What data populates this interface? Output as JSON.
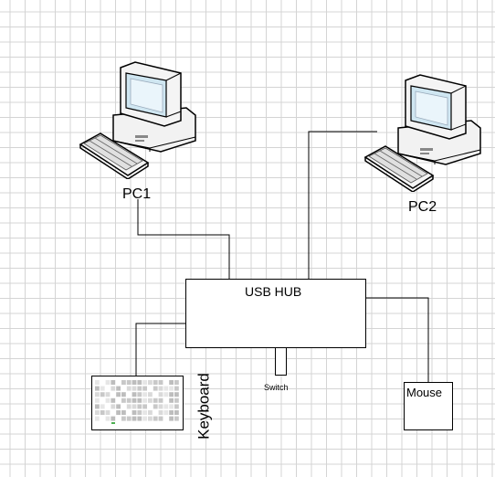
{
  "diagram": {
    "nodes": {
      "pc1": {
        "label": "PC1",
        "icon": "desktop-computer-icon"
      },
      "pc2": {
        "label": "PC2",
        "icon": "desktop-computer-icon"
      },
      "usb_hub": {
        "label": "USB HUB"
      },
      "switch": {
        "label": "Switch"
      },
      "mouse": {
        "label": "Mouse"
      },
      "keyboard": {
        "label": "Keyboard",
        "icon": "keyboard-icon"
      }
    },
    "connections": [
      {
        "from": "PC1",
        "to": "USB HUB"
      },
      {
        "from": "PC2",
        "to": "USB HUB"
      },
      {
        "from": "Keyboard",
        "to": "USB HUB"
      },
      {
        "from": "Mouse",
        "to": "USB HUB"
      }
    ],
    "colors": {
      "line": "#000000",
      "grid": "#d4d4d4",
      "background": "#ffffff"
    }
  }
}
